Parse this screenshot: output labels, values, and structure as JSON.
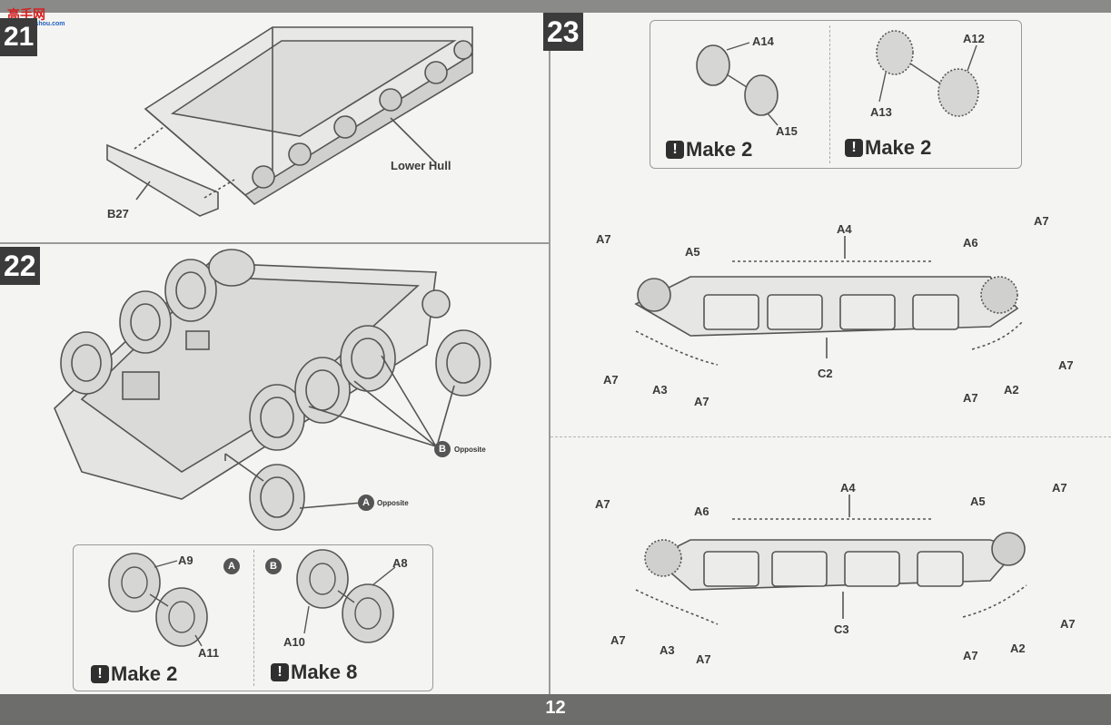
{
  "logo": {
    "text": "高手网",
    "url": "www.gaoshou.com"
  },
  "page_number": "12",
  "steps": {
    "s21": {
      "number": "21",
      "labels": {
        "lower_hull": "Lower Hull",
        "b27": "B27"
      }
    },
    "s22": {
      "number": "22",
      "opp_a": {
        "marker": "A",
        "text": "Opposite"
      },
      "opp_b": {
        "marker": "B",
        "text": "Opposite"
      },
      "box": {
        "a": {
          "marker": "A",
          "labels": [
            "A9",
            "A11"
          ],
          "make": "Make 2"
        },
        "b": {
          "marker": "B",
          "labels": [
            "A8",
            "A10"
          ],
          "make": "Make 8"
        }
      }
    },
    "s23": {
      "number": "23",
      "box": {
        "left": {
          "labels": [
            "A14",
            "A15"
          ],
          "make": "Make 2"
        },
        "right": {
          "labels": [
            "A12",
            "A13"
          ],
          "make": "Make 2"
        }
      },
      "track_top": {
        "labels": [
          "A4",
          "A5",
          "A6",
          "A7",
          "A7",
          "A7",
          "A7",
          "A7",
          "A3",
          "A2",
          "C2"
        ]
      },
      "track_bottom": {
        "labels": [
          "A4",
          "A5",
          "A6",
          "A7",
          "A7",
          "A7",
          "A7",
          "A7",
          "A7",
          "A3",
          "A2",
          "C3"
        ]
      }
    }
  },
  "icons": {
    "warning": "!"
  }
}
